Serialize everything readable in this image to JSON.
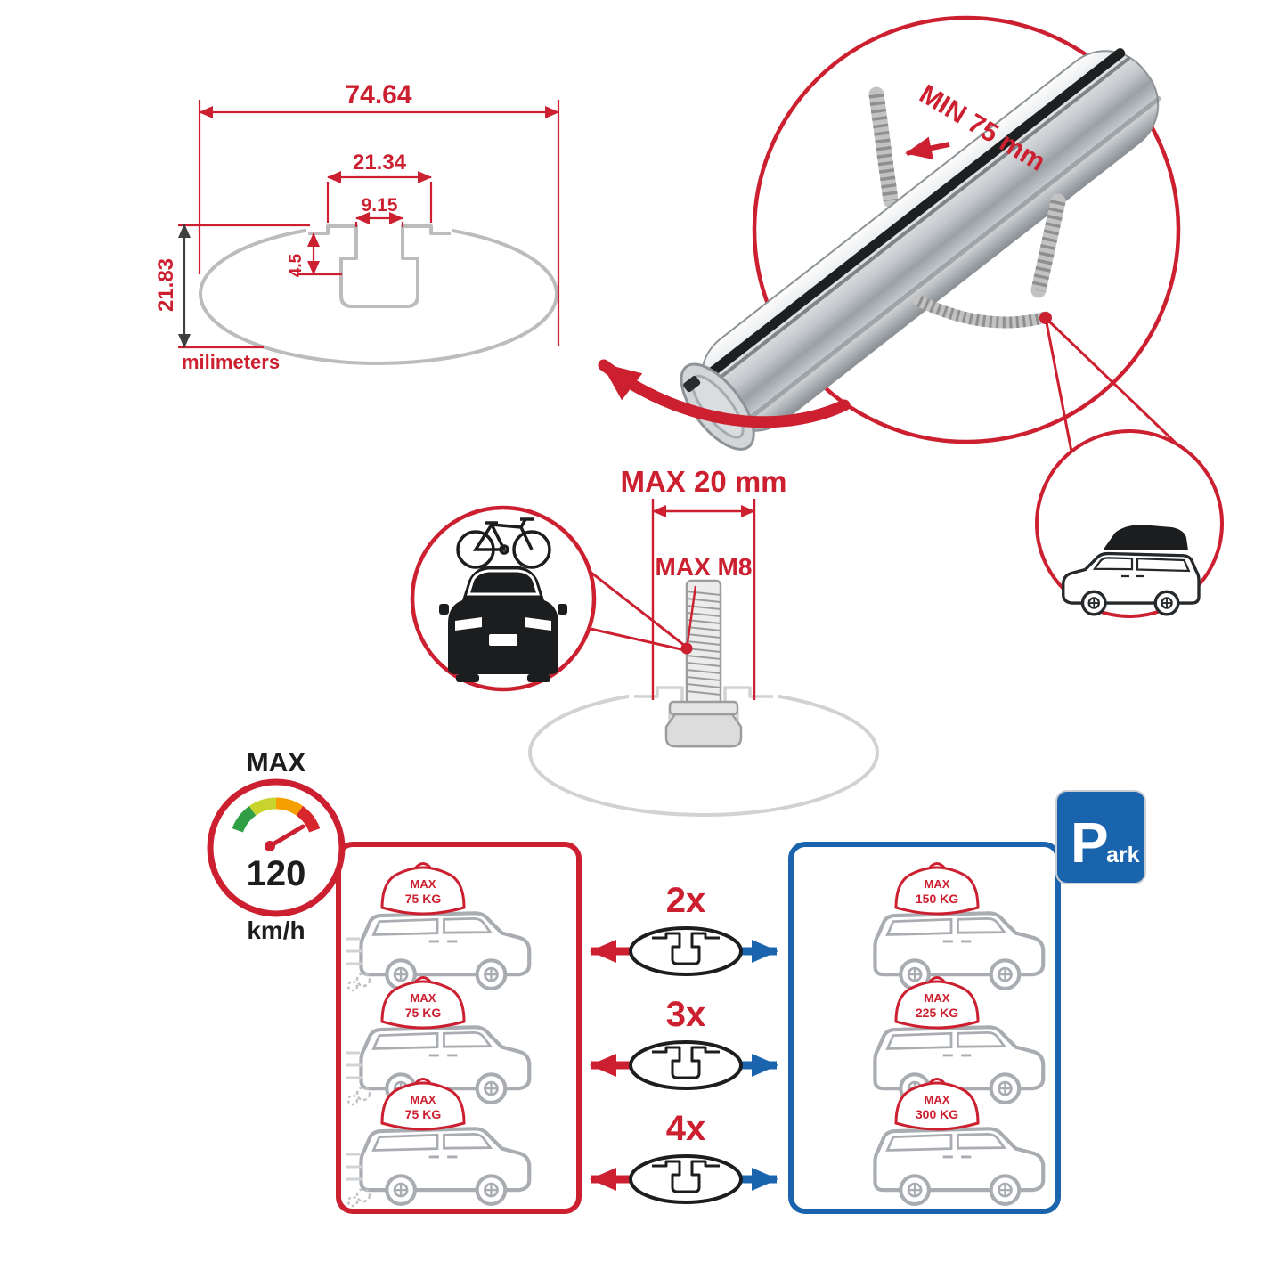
{
  "colors": {
    "accent_red": "#cc2030",
    "accent_blue": "#1a63ad",
    "profile_gray": "#bcbcbc",
    "car_gray": "#a9adb2",
    "dark": "#1b1d1f"
  },
  "profile_dimensions": {
    "total_width": "74.64",
    "channel_width": "21.34",
    "slot_width": "9.15",
    "lip_depth": "4.5",
    "height": "21.83",
    "units_label": "milimeters"
  },
  "clamp_detail": {
    "min_clamp_width": "MIN 75 mm"
  },
  "bolt_detail": {
    "max_bolt_length": "MAX 20 mm",
    "max_thread_size": "MAX M8"
  },
  "speed_limit": {
    "label": "MAX",
    "value": "120",
    "units": "km/h"
  },
  "parking_sign": {
    "letter": "P",
    "suffix": "ark"
  },
  "crossbar_options": [
    {
      "quantity": "2x",
      "driving_load": {
        "label": "MAX",
        "value": "75 KG"
      },
      "parked_load": {
        "label": "MAX",
        "value": "150 KG"
      }
    },
    {
      "quantity": "3x",
      "driving_load": {
        "label": "MAX",
        "value": "75 KG"
      },
      "parked_load": {
        "label": "MAX",
        "value": "225 KG"
      }
    },
    {
      "quantity": "4x",
      "driving_load": {
        "label": "MAX",
        "value": "75 KG"
      },
      "parked_load": {
        "label": "MAX",
        "value": "300 KG"
      }
    }
  ]
}
